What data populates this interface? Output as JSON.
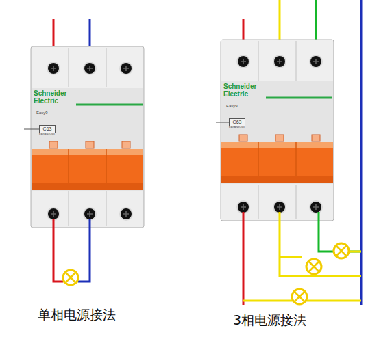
{
  "diagram": {
    "nodes": [
      {
        "text": [
          "Schneider Electric",
          "Easy9",
          "EA9AN3C63"
        ]
      },
      {
        "text": [
          "C63"
        ],
        "in": 0
      },
      {
        "text": [
          "Schneider Electric",
          "Easy9",
          "EA9AN3C63"
        ]
      },
      {
        "text": [
          "C63"
        ],
        "in": 2
      }
    ],
    "labels": [
      "单相电源接法",
      "3相电源接法"
    ]
  }
}
